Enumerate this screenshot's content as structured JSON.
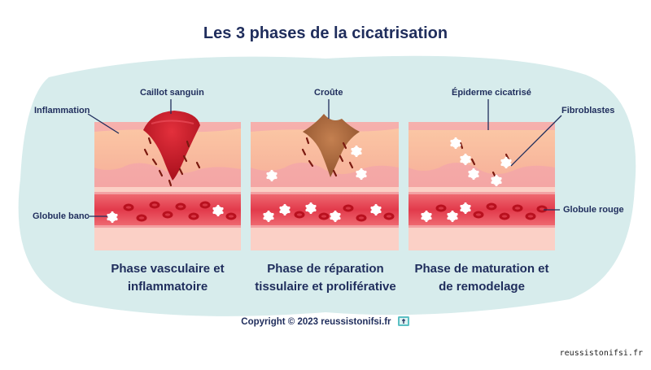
{
  "title": "Les 3 phases de la cicatrisation",
  "labels": {
    "caillot": "Caillot sanguin",
    "inflammation": "Inflammation",
    "globule_banc": "Globule banc",
    "croute": "Croûte",
    "epiderme": "Épiderme cicatrisé",
    "fibroblastes": "Fibroblastes",
    "globule_rouge": "Globule rouge"
  },
  "phases": [
    {
      "line1": "Phase vasculaire et",
      "line2": "inflammatoire"
    },
    {
      "line1": "Phase de réparation",
      "line2": "tissulaire et proliférative"
    },
    {
      "line1": "Phase de maturation et",
      "line2": "de remodelage"
    }
  ],
  "copyright": "Copyright © 2023 reussistonifsi.fr",
  "watermark": "reussistonifsi.fr",
  "colors": {
    "background_blob": "#d7ecec",
    "epidermis": "#fbc8a3",
    "dermis": "#f6aaa8",
    "vessel": "#e23a4b",
    "red_cell": "#b8101e",
    "clot": "#c8101e",
    "scab": "#a9643a",
    "text": "#1f2d5c"
  }
}
